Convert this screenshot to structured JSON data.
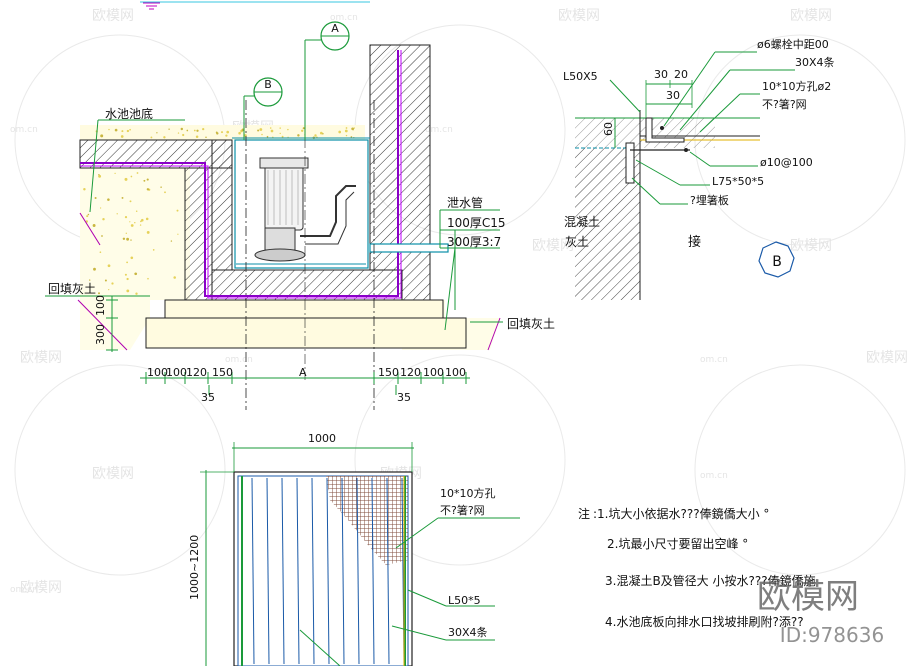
{
  "watermark": {
    "brand": "欧模网",
    "domain": "om.cn",
    "big_brand": "欧模网",
    "id_text": "ID:978636"
  },
  "section_view": {
    "marker_a": "A",
    "marker_b": "B",
    "pool_bottom": "水池池底",
    "drain_pipe": "泄水管",
    "c15": "100厚C15",
    "lime_soil_300": "300厚3:7",
    "backfill_left": "回填灰土",
    "backfill_right": "回填灰土",
    "dim_vertical": [
      "300",
      "100"
    ],
    "dim_bottom_left": [
      "100",
      "100",
      "120",
      "150"
    ],
    "dim_center": "A",
    "dim_bottom_right": [
      "150",
      "120",
      "100",
      "100"
    ],
    "dim_35_left": "35",
    "dim_35_right": "35"
  },
  "detail_b": {
    "l50": "L50X5",
    "bolt": "ø6螺栓中距00",
    "bars": "30X4条",
    "dim_30": "30",
    "dim_20": "20",
    "dim_30b": "30",
    "holes": "10*10方孔ø2",
    "net": "不?箸?网",
    "dim_60": "60",
    "rebar": "ø10@100",
    "l75": "L75*50*5",
    "embed": "?埋箸板",
    "concrete": "混凝土",
    "lime": "灰土",
    "connect": "接",
    "circle_b": "B"
  },
  "plan_view": {
    "width_dim": "1000",
    "height_dim": "1000~1200",
    "holes": "10*10方孔",
    "net": "不?箸?网",
    "l50": "L50*5",
    "bars": "30X4条"
  },
  "notes": {
    "prefix": "注",
    "n1": ":1.坑大小依据水???俸鏡僑大小 °",
    "n2": "2.坑最小尺寸要留出空峰 °",
    "n3": "3.混凝土B及管径大  小按水???俸鏡僑施",
    "n4": "4.水池底板向排水口找坡排刷附?添??"
  }
}
